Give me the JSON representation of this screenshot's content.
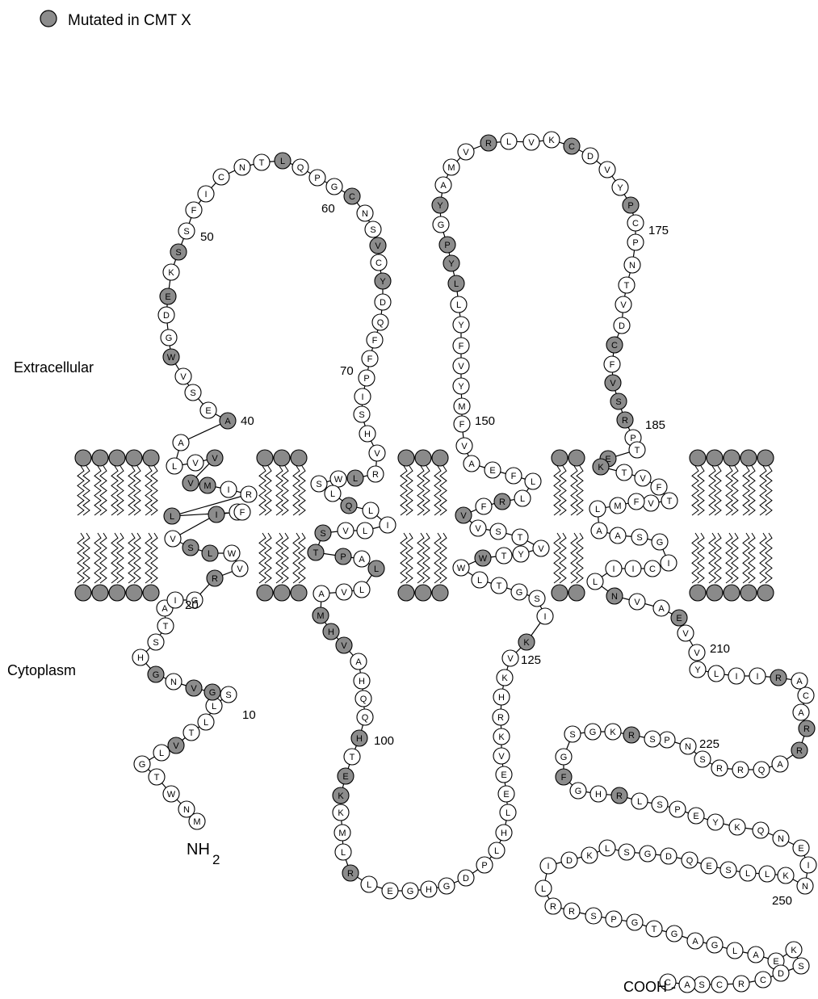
{
  "legend": {
    "label": "Mutated in CMT X",
    "symbol_color": "#8c8c8c"
  },
  "regions": {
    "extracellular": "Extracellular",
    "cytoplasm": "Cytoplasm"
  },
  "termini": {
    "n_terminus": "NH",
    "n_subscript": "2",
    "c_terminus": "COOH -"
  },
  "position_labels": [
    "10",
    "20",
    "40",
    "50",
    "60",
    "70",
    "100",
    "125",
    "150",
    "175",
    "185",
    "210",
    "225",
    "250"
  ],
  "colors": {
    "mutated_fill": "#8c8c8c",
    "normal_fill": "#ffffff",
    "outline": "#000000",
    "lipid_head": "#8a8a8a"
  },
  "sequence": [
    {
      "aa": "M",
      "mut": false
    },
    {
      "aa": "N",
      "mut": false
    },
    {
      "aa": "W",
      "mut": false
    },
    {
      "aa": "T",
      "mut": false
    },
    {
      "aa": "G",
      "mut": false
    },
    {
      "aa": "L",
      "mut": false
    },
    {
      "aa": "V",
      "mut": true
    },
    {
      "aa": "T",
      "mut": false
    },
    {
      "aa": "L",
      "mut": false
    },
    {
      "aa": "L",
      "mut": false
    },
    {
      "aa": "S",
      "mut": false
    },
    {
      "aa": "G",
      "mut": true
    },
    {
      "aa": "V",
      "mut": true
    },
    {
      "aa": "N",
      "mut": false
    },
    {
      "aa": "G",
      "mut": true
    },
    {
      "aa": "H",
      "mut": false
    },
    {
      "aa": "S",
      "mut": false
    },
    {
      "aa": "T",
      "mut": false
    },
    {
      "aa": "A",
      "mut": false
    },
    {
      "aa": "I",
      "mut": false
    },
    {
      "aa": "G",
      "mut": false
    },
    {
      "aa": "R",
      "mut": true
    },
    {
      "aa": "V",
      "mut": false
    },
    {
      "aa": "W",
      "mut": false
    },
    {
      "aa": "L",
      "mut": true
    },
    {
      "aa": "S",
      "mut": true
    },
    {
      "aa": "V",
      "mut": false
    },
    {
      "aa": "I",
      "mut": true
    },
    {
      "aa": "F",
      "mut": false
    },
    {
      "aa": "F",
      "mut": false
    },
    {
      "aa": "L",
      "mut": true
    },
    {
      "aa": "R",
      "mut": false
    },
    {
      "aa": "I",
      "mut": false
    },
    {
      "aa": "M",
      "mut": true
    },
    {
      "aa": "V",
      "mut": true
    },
    {
      "aa": "V",
      "mut": true
    },
    {
      "aa": "V",
      "mut": false
    },
    {
      "aa": "L",
      "mut": false
    },
    {
      "aa": "A",
      "mut": false
    },
    {
      "aa": "A",
      "mut": true
    },
    {
      "aa": "E",
      "mut": false
    },
    {
      "aa": "S",
      "mut": false
    },
    {
      "aa": "V",
      "mut": false
    },
    {
      "aa": "W",
      "mut": true
    },
    {
      "aa": "G",
      "mut": false
    },
    {
      "aa": "D",
      "mut": false
    },
    {
      "aa": "E",
      "mut": true
    },
    {
      "aa": "K",
      "mut": false
    },
    {
      "aa": "S",
      "mut": true
    },
    {
      "aa": "S",
      "mut": false
    },
    {
      "aa": "F",
      "mut": false
    },
    {
      "aa": "I",
      "mut": false
    },
    {
      "aa": "C",
      "mut": false
    },
    {
      "aa": "N",
      "mut": false
    },
    {
      "aa": "T",
      "mut": false
    },
    {
      "aa": "L",
      "mut": true
    },
    {
      "aa": "Q",
      "mut": false
    },
    {
      "aa": "P",
      "mut": false
    },
    {
      "aa": "G",
      "mut": false
    },
    {
      "aa": "C",
      "mut": true
    },
    {
      "aa": "N",
      "mut": false
    },
    {
      "aa": "S",
      "mut": false
    },
    {
      "aa": "V",
      "mut": true
    },
    {
      "aa": "C",
      "mut": false
    },
    {
      "aa": "Y",
      "mut": true
    },
    {
      "aa": "D",
      "mut": false
    },
    {
      "aa": "Q",
      "mut": false
    },
    {
      "aa": "F",
      "mut": false
    },
    {
      "aa": "F",
      "mut": false
    },
    {
      "aa": "P",
      "mut": false
    },
    {
      "aa": "I",
      "mut": false
    },
    {
      "aa": "S",
      "mut": false
    },
    {
      "aa": "H",
      "mut": false
    },
    {
      "aa": "V",
      "mut": false
    },
    {
      "aa": "R",
      "mut": false
    },
    {
      "aa": "L",
      "mut": true
    },
    {
      "aa": "W",
      "mut": false
    },
    {
      "aa": "S",
      "mut": false
    },
    {
      "aa": "L",
      "mut": false
    },
    {
      "aa": "Q",
      "mut": true
    },
    {
      "aa": "L",
      "mut": false
    },
    {
      "aa": "I",
      "mut": false
    },
    {
      "aa": "L",
      "mut": false
    },
    {
      "aa": "V",
      "mut": false
    },
    {
      "aa": "S",
      "mut": true
    },
    {
      "aa": "T",
      "mut": true
    },
    {
      "aa": "P",
      "mut": true
    },
    {
      "aa": "A",
      "mut": false
    },
    {
      "aa": "L",
      "mut": true
    },
    {
      "aa": "L",
      "mut": false
    },
    {
      "aa": "V",
      "mut": false
    },
    {
      "aa": "A",
      "mut": false
    },
    {
      "aa": "M",
      "mut": true
    },
    {
      "aa": "H",
      "mut": true
    },
    {
      "aa": "V",
      "mut": true
    },
    {
      "aa": "A",
      "mut": false
    },
    {
      "aa": "H",
      "mut": false
    },
    {
      "aa": "Q",
      "mut": false
    },
    {
      "aa": "Q",
      "mut": false
    },
    {
      "aa": "H",
      "mut": true
    },
    {
      "aa": "T",
      "mut": false
    },
    {
      "aa": "E",
      "mut": true
    },
    {
      "aa": "K",
      "mut": true
    },
    {
      "aa": "K",
      "mut": false
    },
    {
      "aa": "M",
      "mut": false
    },
    {
      "aa": "L",
      "mut": false
    },
    {
      "aa": "R",
      "mut": true
    },
    {
      "aa": "L",
      "mut": false
    },
    {
      "aa": "E",
      "mut": false
    },
    {
      "aa": "G",
      "mut": false
    },
    {
      "aa": "H",
      "mut": false
    },
    {
      "aa": "G",
      "mut": false
    },
    {
      "aa": "D",
      "mut": false
    },
    {
      "aa": "P",
      "mut": false
    },
    {
      "aa": "L",
      "mut": false
    },
    {
      "aa": "H",
      "mut": false
    },
    {
      "aa": "L",
      "mut": false
    },
    {
      "aa": "E",
      "mut": false
    },
    {
      "aa": "E",
      "mut": false
    },
    {
      "aa": "V",
      "mut": false
    },
    {
      "aa": "K",
      "mut": false
    },
    {
      "aa": "R",
      "mut": false
    },
    {
      "aa": "H",
      "mut": false
    },
    {
      "aa": "K",
      "mut": false
    },
    {
      "aa": "V",
      "mut": false
    },
    {
      "aa": "K",
      "mut": true
    },
    {
      "aa": "I",
      "mut": false
    },
    {
      "aa": "S",
      "mut": false
    },
    {
      "aa": "G",
      "mut": false
    },
    {
      "aa": "T",
      "mut": false
    },
    {
      "aa": "L",
      "mut": false
    },
    {
      "aa": "W",
      "mut": false
    },
    {
      "aa": "W",
      "mut": true
    },
    {
      "aa": "T",
      "mut": false
    },
    {
      "aa": "Y",
      "mut": false
    },
    {
      "aa": "V",
      "mut": false
    },
    {
      "aa": "T",
      "mut": false
    },
    {
      "aa": "S",
      "mut": false
    },
    {
      "aa": "V",
      "mut": false
    },
    {
      "aa": "V",
      "mut": true
    },
    {
      "aa": "F",
      "mut": false
    },
    {
      "aa": "R",
      "mut": true
    },
    {
      "aa": "L",
      "mut": false
    },
    {
      "aa": "L",
      "mut": false
    },
    {
      "aa": "F",
      "mut": false
    },
    {
      "aa": "E",
      "mut": false
    },
    {
      "aa": "A",
      "mut": false
    },
    {
      "aa": "V",
      "mut": false
    },
    {
      "aa": "F",
      "mut": false
    },
    {
      "aa": "M",
      "mut": false
    },
    {
      "aa": "Y",
      "mut": false
    },
    {
      "aa": "V",
      "mut": false
    },
    {
      "aa": "F",
      "mut": false
    },
    {
      "aa": "Y",
      "mut": false
    },
    {
      "aa": "L",
      "mut": false
    },
    {
      "aa": "L",
      "mut": true
    },
    {
      "aa": "Y",
      "mut": true
    },
    {
      "aa": "P",
      "mut": true
    },
    {
      "aa": "G",
      "mut": false
    },
    {
      "aa": "Y",
      "mut": true
    },
    {
      "aa": "A",
      "mut": false
    },
    {
      "aa": "M",
      "mut": false
    },
    {
      "aa": "V",
      "mut": false
    },
    {
      "aa": "R",
      "mut": true
    },
    {
      "aa": "L",
      "mut": false
    },
    {
      "aa": "V",
      "mut": false
    },
    {
      "aa": "K",
      "mut": false
    },
    {
      "aa": "C",
      "mut": true
    },
    {
      "aa": "D",
      "mut": false
    },
    {
      "aa": "V",
      "mut": false
    },
    {
      "aa": "Y",
      "mut": false
    },
    {
      "aa": "P",
      "mut": true
    },
    {
      "aa": "C",
      "mut": false
    },
    {
      "aa": "P",
      "mut": false
    },
    {
      "aa": "N",
      "mut": false
    },
    {
      "aa": "T",
      "mut": false
    },
    {
      "aa": "V",
      "mut": false
    },
    {
      "aa": "D",
      "mut": false
    },
    {
      "aa": "C",
      "mut": true
    },
    {
      "aa": "F",
      "mut": false
    },
    {
      "aa": "V",
      "mut": true
    },
    {
      "aa": "S",
      "mut": true
    },
    {
      "aa": "R",
      "mut": true
    },
    {
      "aa": "P",
      "mut": false
    },
    {
      "aa": "T",
      "mut": false
    },
    {
      "aa": "E",
      "mut": true
    },
    {
      "aa": "K",
      "mut": true
    },
    {
      "aa": "T",
      "mut": false
    },
    {
      "aa": "V",
      "mut": false
    },
    {
      "aa": "F",
      "mut": false
    },
    {
      "aa": "T",
      "mut": false
    },
    {
      "aa": "V",
      "mut": false
    },
    {
      "aa": "F",
      "mut": false
    },
    {
      "aa": "M",
      "mut": false
    },
    {
      "aa": "L",
      "mut": false
    },
    {
      "aa": "A",
      "mut": false
    },
    {
      "aa": "A",
      "mut": false
    },
    {
      "aa": "S",
      "mut": false
    },
    {
      "aa": "G",
      "mut": false
    },
    {
      "aa": "I",
      "mut": false
    },
    {
      "aa": "C",
      "mut": false
    },
    {
      "aa": "I",
      "mut": false
    },
    {
      "aa": "I",
      "mut": false
    },
    {
      "aa": "L",
      "mut": false
    },
    {
      "aa": "N",
      "mut": true
    },
    {
      "aa": "V",
      "mut": false
    },
    {
      "aa": "A",
      "mut": false
    },
    {
      "aa": "E",
      "mut": true
    },
    {
      "aa": "V",
      "mut": false
    },
    {
      "aa": "V",
      "mut": false
    },
    {
      "aa": "Y",
      "mut": false
    },
    {
      "aa": "L",
      "mut": false
    },
    {
      "aa": "I",
      "mut": false
    },
    {
      "aa": "I",
      "mut": false
    },
    {
      "aa": "R",
      "mut": true
    },
    {
      "aa": "A",
      "mut": false
    },
    {
      "aa": "C",
      "mut": false
    },
    {
      "aa": "A",
      "mut": false
    },
    {
      "aa": "R",
      "mut": true
    },
    {
      "aa": "R",
      "mut": true
    },
    {
      "aa": "A",
      "mut": false
    },
    {
      "aa": "Q",
      "mut": false
    },
    {
      "aa": "R",
      "mut": false
    },
    {
      "aa": "R",
      "mut": false
    },
    {
      "aa": "S",
      "mut": false
    },
    {
      "aa": "N",
      "mut": false
    },
    {
      "aa": "P",
      "mut": false
    },
    {
      "aa": "S",
      "mut": false
    },
    {
      "aa": "R",
      "mut": true
    },
    {
      "aa": "K",
      "mut": false
    },
    {
      "aa": "G",
      "mut": false
    },
    {
      "aa": "S",
      "mut": false
    },
    {
      "aa": "G",
      "mut": false
    },
    {
      "aa": "F",
      "mut": true
    },
    {
      "aa": "G",
      "mut": false
    },
    {
      "aa": "H",
      "mut": false
    },
    {
      "aa": "R",
      "mut": true
    },
    {
      "aa": "L",
      "mut": false
    },
    {
      "aa": "S",
      "mut": false
    },
    {
      "aa": "P",
      "mut": false
    },
    {
      "aa": "E",
      "mut": false
    },
    {
      "aa": "Y",
      "mut": false
    },
    {
      "aa": "K",
      "mut": false
    },
    {
      "aa": "Q",
      "mut": false
    },
    {
      "aa": "N",
      "mut": false
    },
    {
      "aa": "E",
      "mut": false
    },
    {
      "aa": "I",
      "mut": false
    },
    {
      "aa": "N",
      "mut": false
    },
    {
      "aa": "K",
      "mut": false
    },
    {
      "aa": "L",
      "mut": false
    },
    {
      "aa": "L",
      "mut": false
    },
    {
      "aa": "S",
      "mut": false
    },
    {
      "aa": "E",
      "mut": false
    },
    {
      "aa": "Q",
      "mut": false
    },
    {
      "aa": "D",
      "mut": false
    },
    {
      "aa": "G",
      "mut": false
    },
    {
      "aa": "S",
      "mut": false
    },
    {
      "aa": "L",
      "mut": false
    },
    {
      "aa": "K",
      "mut": false
    },
    {
      "aa": "D",
      "mut": false
    },
    {
      "aa": "I",
      "mut": false
    },
    {
      "aa": "L",
      "mut": false
    },
    {
      "aa": "R",
      "mut": false
    },
    {
      "aa": "R",
      "mut": false
    },
    {
      "aa": "S",
      "mut": false
    },
    {
      "aa": "P",
      "mut": false
    },
    {
      "aa": "G",
      "mut": false
    },
    {
      "aa": "T",
      "mut": false
    },
    {
      "aa": "G",
      "mut": false
    },
    {
      "aa": "A",
      "mut": false
    },
    {
      "aa": "G",
      "mut": false
    },
    {
      "aa": "L",
      "mut": false
    },
    {
      "aa": "A",
      "mut": false
    },
    {
      "aa": "E",
      "mut": false
    },
    {
      "aa": "K",
      "mut": false
    },
    {
      "aa": "S",
      "mut": false
    },
    {
      "aa": "D",
      "mut": false
    },
    {
      "aa": "C",
      "mut": false
    },
    {
      "aa": "R",
      "mut": false
    },
    {
      "aa": "C",
      "mut": false
    },
    {
      "aa": "S",
      "mut": false
    },
    {
      "aa": "A",
      "mut": false
    },
    {
      "aa": "C",
      "mut": false
    }
  ]
}
